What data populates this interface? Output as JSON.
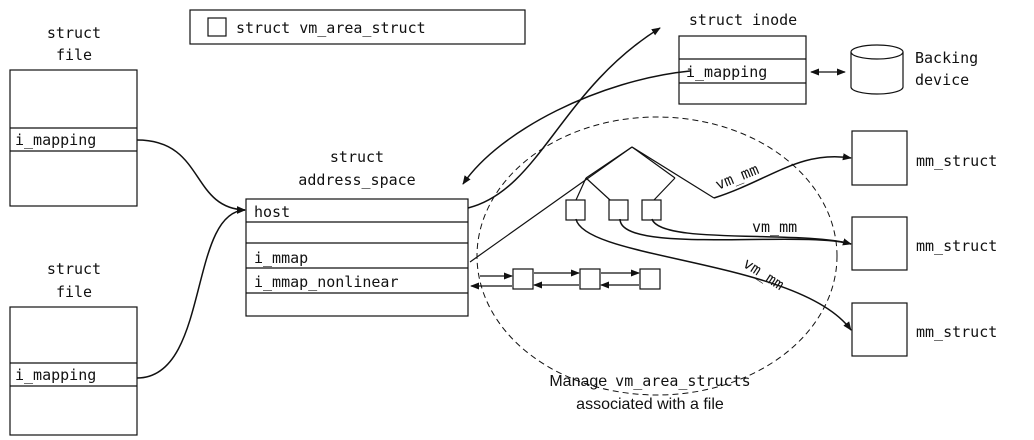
{
  "legend": {
    "label": "struct vm_area_struct"
  },
  "file_top": {
    "title_line1": "struct",
    "title_line2": "file",
    "field": "i_mapping"
  },
  "file_bottom": {
    "title_line1": "struct",
    "title_line2": "file",
    "field": "i_mapping"
  },
  "address_space": {
    "title_line1": "struct",
    "title_line2": "address_space",
    "fields": [
      "host",
      "i_mmap",
      "i_mmap_nonlinear"
    ]
  },
  "inode": {
    "title": "struct inode",
    "field": "i_mapping"
  },
  "backing_device": {
    "line1": "Backing",
    "line2": "device"
  },
  "mm_structs": [
    "mm_struct",
    "mm_struct",
    "mm_struct"
  ],
  "vm_mm_labels": [
    "vm_mm",
    "vm_mm",
    "vm_mm"
  ],
  "caption": {
    "line1_prefix": "Manage",
    "line1_code": "vm_area_structs",
    "line2": "associated with a file"
  }
}
